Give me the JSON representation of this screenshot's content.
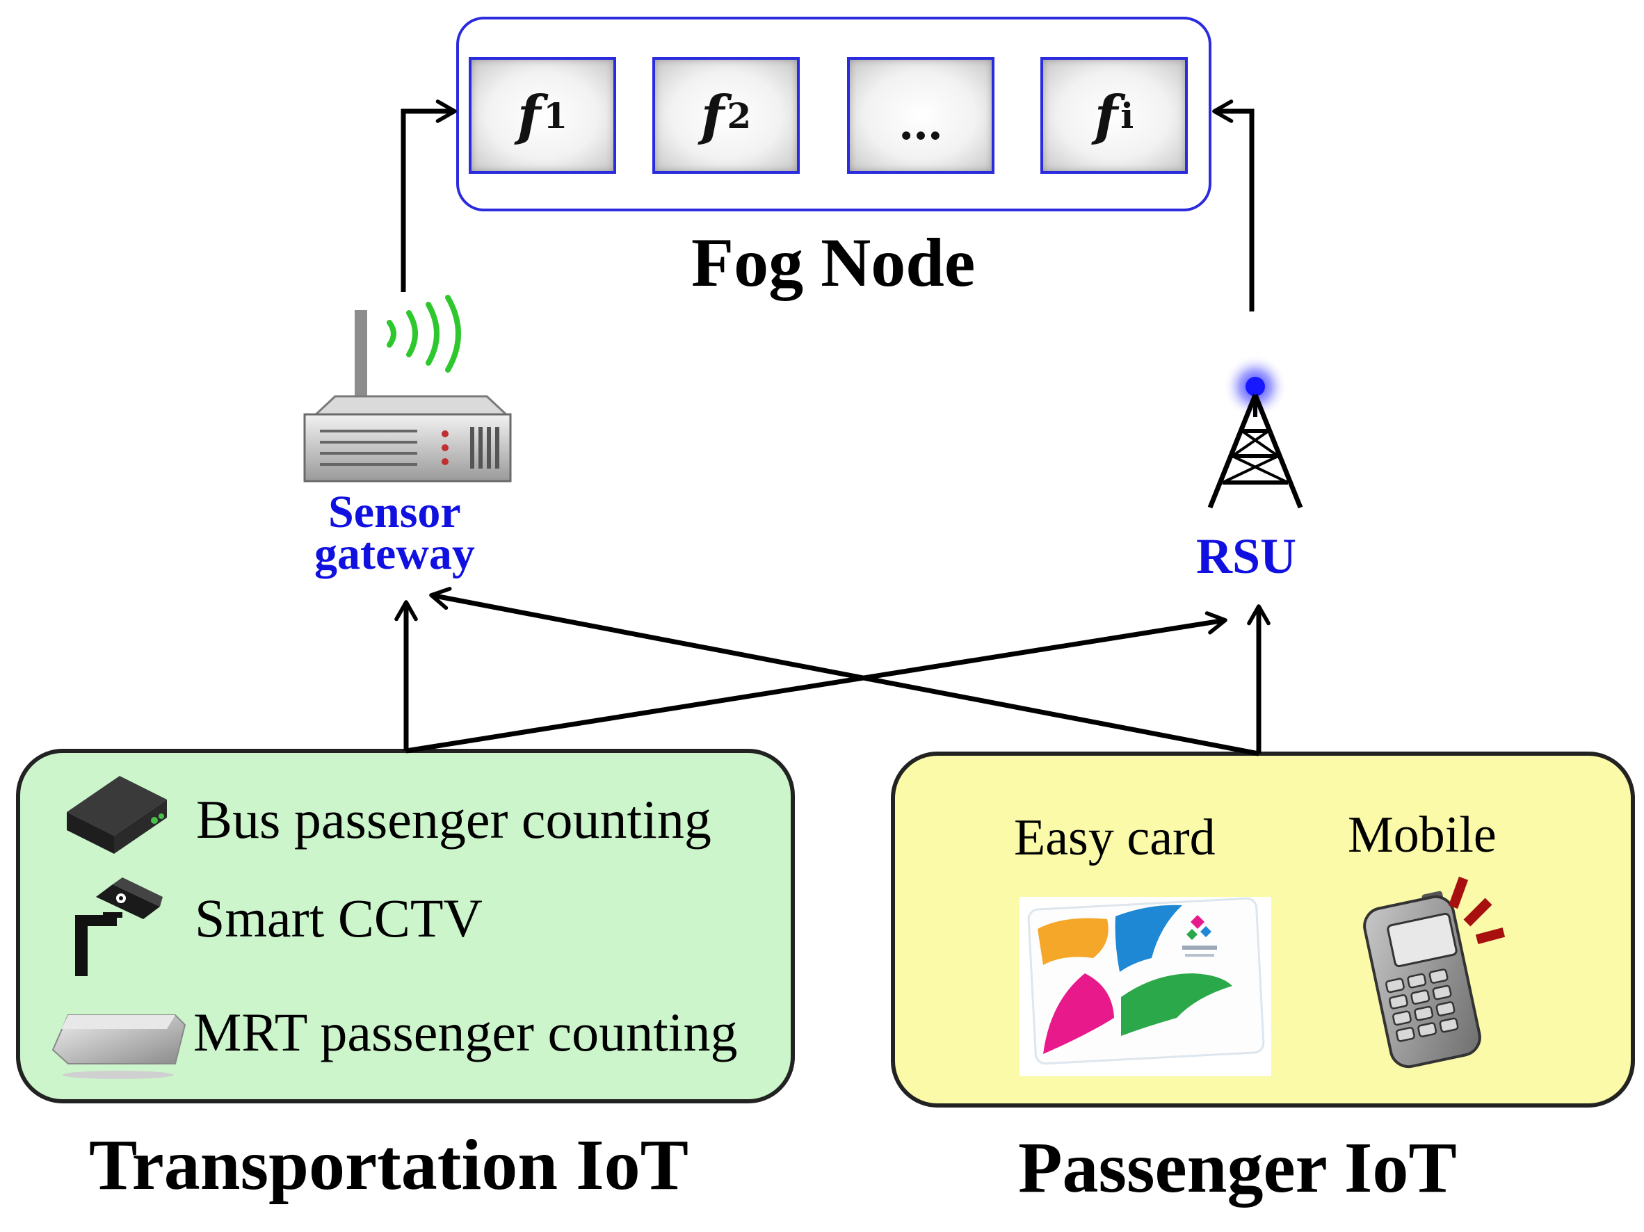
{
  "fog_node": {
    "title": "Fog Node",
    "functions": [
      {
        "symbol": "f",
        "subscript": "1"
      },
      {
        "symbol": "f",
        "subscript": "2"
      },
      {
        "symbol": "…",
        "subscript": ""
      },
      {
        "symbol": "f",
        "subscript": "i"
      }
    ]
  },
  "sensor_gateway": {
    "line1": "Sensor",
    "line2": "gateway"
  },
  "rsu": {
    "label": "RSU"
  },
  "transportation_iot": {
    "title": "Transportation IoT",
    "items": [
      "Bus passenger counting",
      "Smart CCTV",
      "MRT passenger counting"
    ]
  },
  "passenger_iot": {
    "title": "Passenger IoT",
    "items": [
      "Easy card",
      "Mobile"
    ]
  },
  "colors": {
    "fog_border": "#2a2adf",
    "label_blue": "#1010e0",
    "transport_fill": "#ccf5cc",
    "passenger_fill": "#fafaa8",
    "wifi_green": "#2ec82e"
  }
}
